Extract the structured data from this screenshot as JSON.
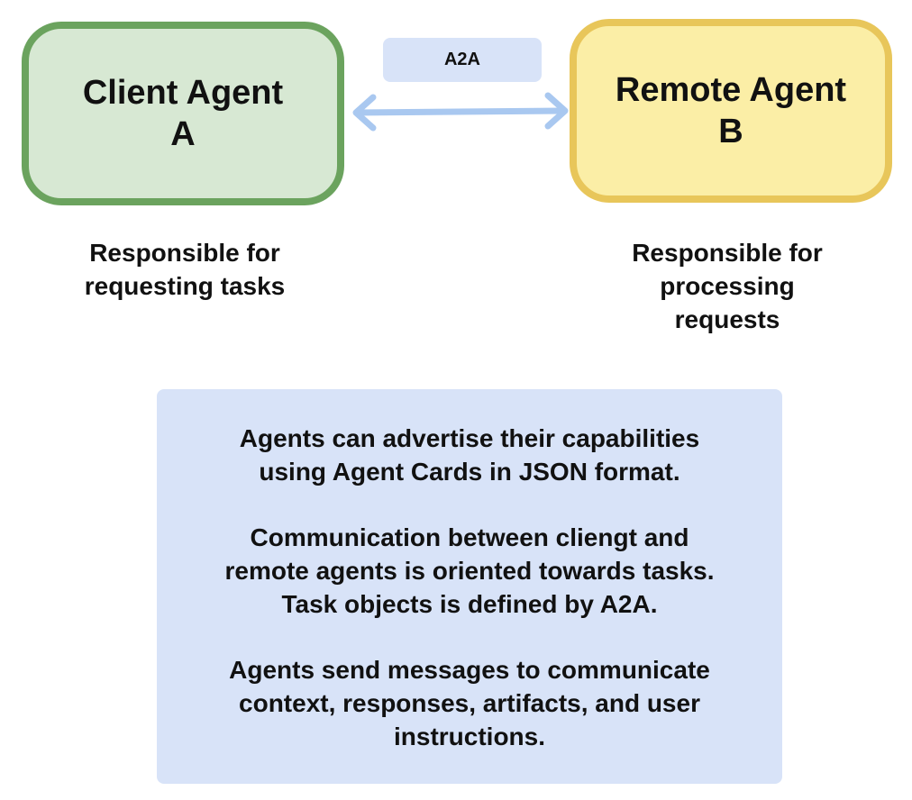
{
  "client_agent": {
    "title": "Client Agent\nA",
    "role": "Responsible for\nrequesting tasks",
    "fill": "#d7e8d3",
    "border": "#6ba35e"
  },
  "remote_agent": {
    "title": "Remote Agent\nB",
    "role": "Responsible for\nprocessing\nrequests",
    "fill": "#fbeea6",
    "border": "#e8c65a"
  },
  "connection": {
    "label": "A2A",
    "arrow_color": "#a9c8f0",
    "direction": "bidirectional"
  },
  "info_panel": {
    "fill": "#d8e3f8",
    "paragraphs": [
      "Agents can advertise their capabilities\nusing Agent Cards in JSON format.",
      "Communication between cliengt and\nremote agents is oriented towards tasks.\nTask objects is defined by A2A.",
      "Agents send messages to communicate\ncontext, responses, artifacts, and user\ninstructions."
    ]
  }
}
